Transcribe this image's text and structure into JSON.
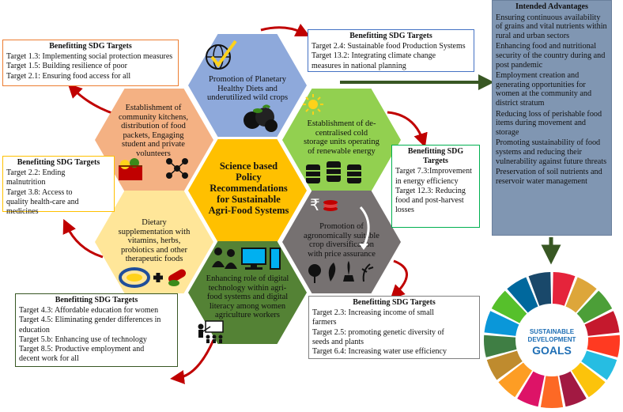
{
  "center": {
    "line1": "Science based",
    "line2": "Policy",
    "line3": "Recommendations",
    "line4": "for Sustainable",
    "line5": "Agri-Food Systems"
  },
  "hexagons": {
    "top": {
      "l1": "Promotion of Planetary",
      "l2": "Healthy Diets and",
      "l3": "underutilized wild crops"
    },
    "upper_left": {
      "l1": "Establishment of",
      "l2": "community kitchens,",
      "l3": "distribution of food",
      "l4": "packets, Engaging",
      "l5": "student and private",
      "l6": "volunteers"
    },
    "upper_right": {
      "l1": "Establishment of de-",
      "l2": "centralised cold",
      "l3": "storage units operating",
      "l4": "of renewable energy"
    },
    "lower_left": {
      "l1": "Dietary",
      "l2": "supplementation with",
      "l3": "vitamins, herbs,",
      "l4": "probiotics and other",
      "l5": "therapeutic foods"
    },
    "lower_right": {
      "l1": "Promotion of",
      "l2": "agronomically suitable",
      "l3": "crop diversification",
      "l4": "with price assurance"
    },
    "bottom": {
      "l1": "Enhancing role of digital",
      "l2": "technology within agri-",
      "l3": "food systems and digital",
      "l4": "literacy among women",
      "l5": "agriculture workers"
    }
  },
  "boxes": {
    "top_left": {
      "title": "Benefitting SDG Targets",
      "lines": [
        "Target 1.3: Implementing social protection measures",
        "Target 1.5: Building resilience of poor",
        "Target 2.1: Ensuring food access for all"
      ]
    },
    "top_right": {
      "title": "Benefitting SDG Targets",
      "lines": [
        "Target 2.4: Sustainable food Production Systems",
        "Target 13.2: Integrating climate change",
        "measures in national planning"
      ]
    },
    "mid_left": {
      "title": "Benefitting SDG Targets",
      "lines": [
        "Target 2.2: Ending",
        "malnutrition",
        "Target 3.8: Access to",
        "quality health-care and",
        "medicines"
      ]
    },
    "mid_right": {
      "title": "Benefitting SDG",
      "title2": "Targets",
      "lines": [
        "Target 7.3:Improvement",
        "in energy efficiency",
        "Target 12.3: Reducing",
        "food and post-harvest",
        "losses"
      ]
    },
    "bottom_left": {
      "title": "Benefitting SDG Targets",
      "lines": [
        "Target 4.3: Affordable education for women",
        "Target 4.5: Eliminating gender differences in",
        "education",
        "Target 5.b: Enhancing use of technology",
        "Target 8.5: Productive employment and",
        "decent work for all"
      ]
    },
    "bottom_right": {
      "title": "Benefitting SDG Targets",
      "lines": [
        "Target 2.3: Increasing income of small",
        "farmers",
        "Target 2.5: promoting genetic diversity of",
        "seeds and plants",
        "Target 6.4: Increasing water use efficiency"
      ]
    }
  },
  "advantages": {
    "title": "Intended Advantages",
    "items": [
      "Ensuring continuous availability of grains and vital nutrients within rural and urban sectors",
      "Enhancing food and nutritional security of the country during and post pandemic",
      "Employment creation and generating opportunities for women at the community and district stratum",
      "Reducing loss of perishable food items during movement and storage",
      "Promoting sustainability of food systems and reducing their vulnerability against future threats",
      "Preservation of soil nutrients and reservoir water management"
    ]
  },
  "sdg_logo": {
    "line1": "SUSTAINABLE",
    "line2": "DEVELOPMENT",
    "line3": "GOALS"
  },
  "colors": {
    "hex_top": "#8ea9db",
    "hex_upper_left": "#f4b183",
    "hex_upper_right": "#92d050",
    "hex_lower_left": "#ffe699",
    "hex_lower_right": "#767171",
    "hex_bottom": "#548235",
    "hex_center": "#ffc000",
    "arrow_red": "#c00000",
    "arrow_green": "#385723",
    "box_orange": "#ed7d31",
    "box_blue": "#4472c4",
    "box_green": "#00b050",
    "box_yellow": "#ffc000",
    "box_dkgreen": "#375623",
    "box_gray": "#7f7f7f"
  }
}
